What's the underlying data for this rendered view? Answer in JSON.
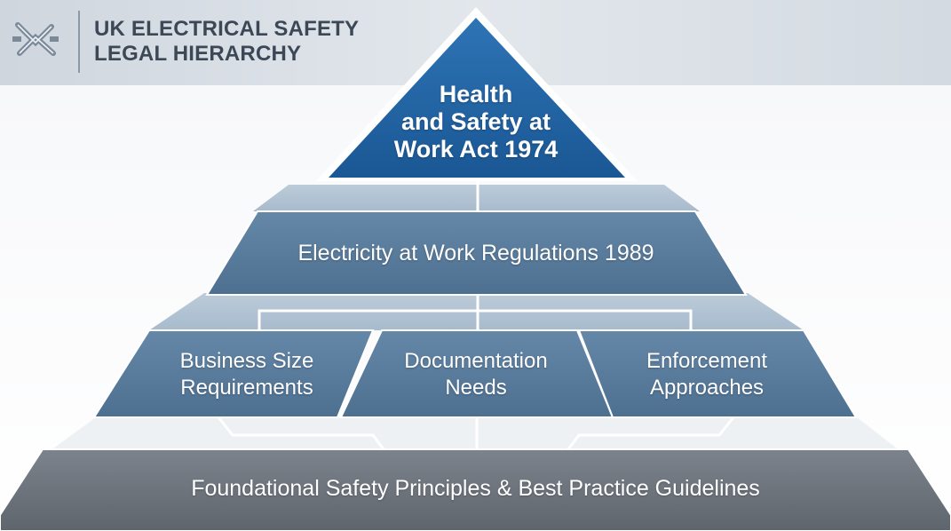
{
  "header": {
    "title_line1": "UK ELECTRICAL SAFETY",
    "title_line2": "LEGAL HIERARCHY",
    "logo_icon": "interlocking-ribbon-logo"
  },
  "pyramid": {
    "apex": {
      "line1": "Health",
      "line2": "and Safety at",
      "line3": "Work Act 1974"
    },
    "regulations": "Electricity at Work Regulations 1989",
    "considerations": [
      {
        "line1": "Business Size",
        "line2": "Requirements"
      },
      {
        "line1": "Documentation",
        "line2": "Needs"
      },
      {
        "line1": "Enforcement",
        "line2": "Approaches"
      }
    ],
    "foundation": "Foundational Safety Principles & Best Practice Guidelines"
  },
  "colors": {
    "apex_fill": "#1f5f9c",
    "tier_fill": "#56799a",
    "base_fill": "#707680",
    "connector": "#ffffff",
    "title_text": "#3c4856"
  }
}
